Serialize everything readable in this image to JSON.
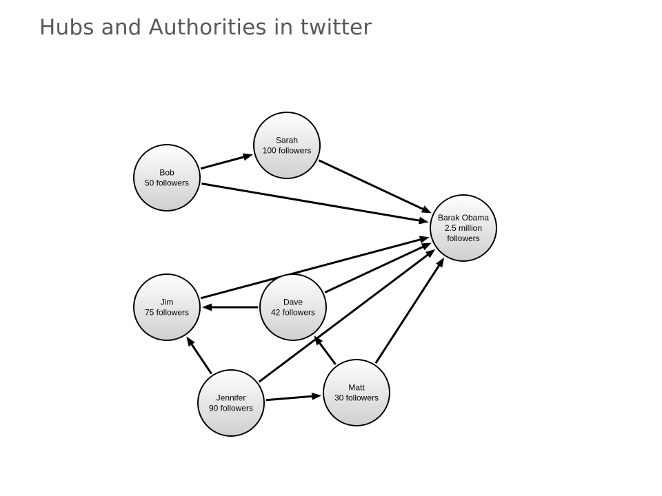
{
  "title": "Hubs and Authorities in twitter",
  "colors": {
    "node_fill_top": "#ffffff",
    "node_fill_bottom": "#cfcfcf",
    "stroke": "#000000",
    "title": "#595959"
  },
  "nodes": [
    {
      "id": "sarah",
      "lines": [
        "Sarah",
        "100 followers"
      ]
    },
    {
      "id": "bob",
      "lines": [
        "Bob",
        "50 followers"
      ]
    },
    {
      "id": "obama",
      "lines": [
        "Barak Obama",
        "2.5 million",
        "followers"
      ]
    },
    {
      "id": "jim",
      "lines": [
        "Jim",
        "75 followers"
      ]
    },
    {
      "id": "dave",
      "lines": [
        "Dave",
        "42 followers"
      ]
    },
    {
      "id": "jennifer",
      "lines": [
        "Jennifer",
        "90 followers"
      ]
    },
    {
      "id": "matt",
      "lines": [
        "Matt",
        "30 followers"
      ]
    }
  ],
  "edges": [
    {
      "from": "bob",
      "to": "sarah"
    },
    {
      "from": "bob",
      "to": "obama"
    },
    {
      "from": "sarah",
      "to": "obama"
    },
    {
      "from": "jim",
      "to": "obama"
    },
    {
      "from": "dave",
      "to": "obama"
    },
    {
      "from": "dave",
      "to": "jim"
    },
    {
      "from": "jennifer",
      "to": "jim"
    },
    {
      "from": "jennifer",
      "to": "obama"
    },
    {
      "from": "jennifer",
      "to": "matt"
    },
    {
      "from": "matt",
      "to": "dave"
    },
    {
      "from": "matt",
      "to": "obama"
    }
  ]
}
